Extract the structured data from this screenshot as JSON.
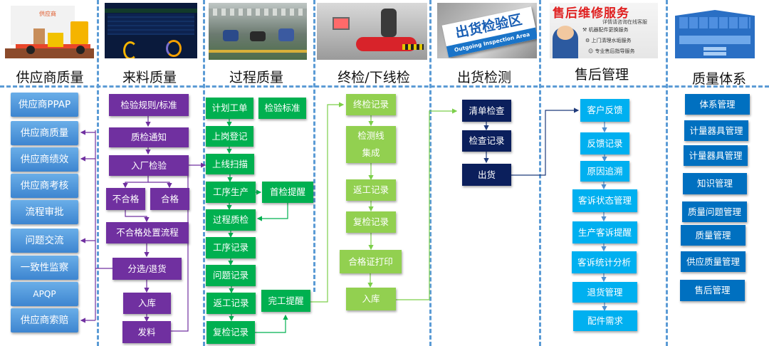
{
  "columns": [
    {
      "title": "供应商质量",
      "image": "supplier-truck-forklift-image",
      "image_caption": "供应商"
    },
    {
      "title": "来料质量",
      "image": "incoming-dashboard-image"
    },
    {
      "title": "过程质量",
      "image": "assembly-line-image"
    },
    {
      "title": "终检/下线检",
      "image": "motorcycle-test-image"
    },
    {
      "title": "出货检测",
      "image": "outgoing-inspection-sign-image",
      "sign_cn": "出货检验区",
      "sign_en": "Outgoing Inspection Area"
    },
    {
      "title": "售后管理",
      "image": "aftersales-service-banner-image",
      "banner_title": "售后维修服务",
      "banner_sub": "详情请咨询在线客服",
      "banner_items": [
        "机器配件更换服务",
        "上门清理水垢服务",
        "专业售后指导服务"
      ]
    },
    {
      "title": "质量体系",
      "image": "quality-system-diagram-image"
    }
  ],
  "supplier": [
    "供应商PPAP",
    "供应商质量",
    "供应商绩效",
    "供应商考核",
    "流程审批",
    "问题交流",
    "一致性监察",
    "APQP",
    "供应商索赔"
  ],
  "incoming": {
    "rules": "检验规则/标准",
    "notice": "质检通知",
    "inspect": "入厂检验",
    "fail": "不合格",
    "pass": "合格",
    "fail_flow": "不合格处置流程",
    "sort_return": "分选/退货",
    "warehouse": "入库",
    "issue": "发料"
  },
  "process": {
    "plan": "计划工单",
    "standard": "检验标准",
    "login": "上岗登记",
    "scan": "上线扫描",
    "produce": "工序生产",
    "first_check": "首检提醒",
    "qc": "过程质检",
    "op_record": "工序记录",
    "issue_record": "问题记录",
    "rework_record": "返工记录",
    "recheck_record": "复检记录",
    "done_remind": "完工提醒"
  },
  "final": {
    "record": "终检记录",
    "line": "检测线\n集成",
    "rework": "返工记录",
    "recheck": "复检记录",
    "cert": "合格证打印",
    "store": "入库"
  },
  "outgoing": {
    "list_check": "清单检查",
    "check_record": "检查记录",
    "ship": "出货"
  },
  "aftersales": [
    "客户反馈",
    "反馈记录",
    "原因追溯",
    "客诉状态管理",
    "生产客诉提醒",
    "客诉统计分析",
    "退货管理",
    "配件需求"
  ],
  "quality_system": [
    "体系管理",
    "计量器具管理",
    "计量器具管理",
    "知识管理",
    "质量问题管理",
    "质量管理",
    "供应质量管理",
    "售后管理"
  ],
  "colors": {
    "divider": "#5b9bd5",
    "supplier": "#4a90d9",
    "incoming": "#7030a0",
    "process": "#00b050",
    "final": "#92d050",
    "outgoing": "#0b1f5c",
    "aftersales": "#00b0f0",
    "quality_system": "#0070c0"
  }
}
